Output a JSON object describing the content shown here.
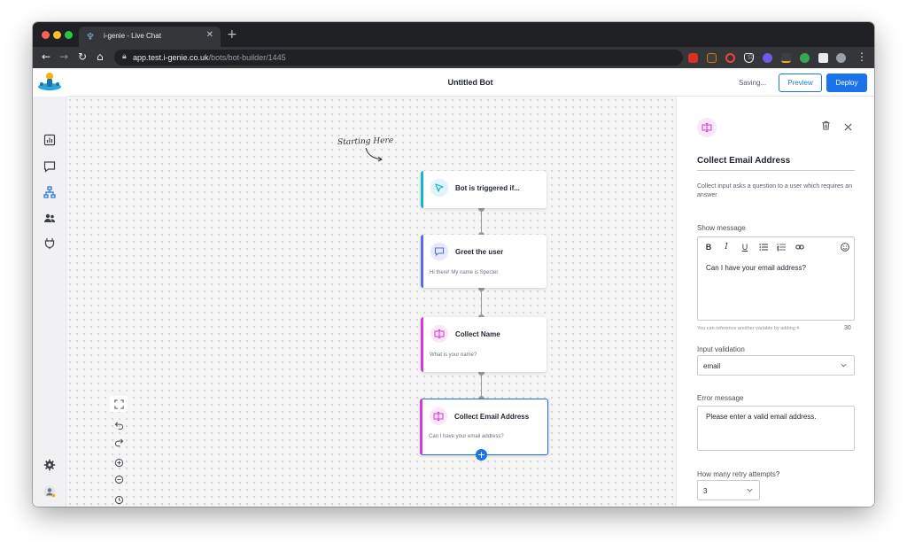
{
  "browser": {
    "tab_title": "i-genie - Live Chat",
    "url_host": "app.test.i-genie.co.uk",
    "url_path": "/bots/bot-builder/1445"
  },
  "header": {
    "title": "Untitled Bot",
    "status": "Saving...",
    "preview_label": "Preview",
    "deploy_label": "Deploy"
  },
  "sidebar": {
    "items": [
      {
        "name": "analytics",
        "icon": "chart-icon"
      },
      {
        "name": "conversations",
        "icon": "chat-icon"
      },
      {
        "name": "bot-builder",
        "icon": "hierarchy-icon",
        "active": true
      },
      {
        "name": "contacts",
        "icon": "users-icon"
      },
      {
        "name": "integrations",
        "icon": "plug-icon"
      }
    ]
  },
  "canvas": {
    "annotation": "Starting Here",
    "nodes": [
      {
        "title": "Bot is triggered if...",
        "text": "",
        "accent": "#17b5c6",
        "icon": "cursor-icon"
      },
      {
        "title": "Greet the user",
        "text": "Hi there! My name is Specter.",
        "accent": "#5b6de6",
        "icon": "message-icon"
      },
      {
        "title": "Collect Name",
        "text": "What is your name?",
        "accent": "#d63ad6",
        "icon": "input-icon"
      },
      {
        "title": "Collect Email Address",
        "text": "Can I have your email address?",
        "accent": "#d63ad6",
        "icon": "input-icon",
        "selected": true
      }
    ]
  },
  "panel": {
    "title": "Collect Email Address",
    "description": "Collect input asks a question to a user which requires an answer",
    "show_message_label": "Show message",
    "message_text": "Can I have your email address?",
    "variable_hint": "You can reference another variable by adding #",
    "char_count": "30",
    "input_validation_label": "Input validation",
    "input_validation_value": "email",
    "error_message_label": "Error message",
    "error_message_value": "Please enter a valid email address.",
    "retry_label": "How many retry attempts?",
    "retry_value": "3"
  },
  "colors": {
    "primary": "#1a73e8",
    "trigger_accent": "#17b5c6",
    "message_accent": "#5b6de6",
    "input_accent": "#d63ad6"
  }
}
